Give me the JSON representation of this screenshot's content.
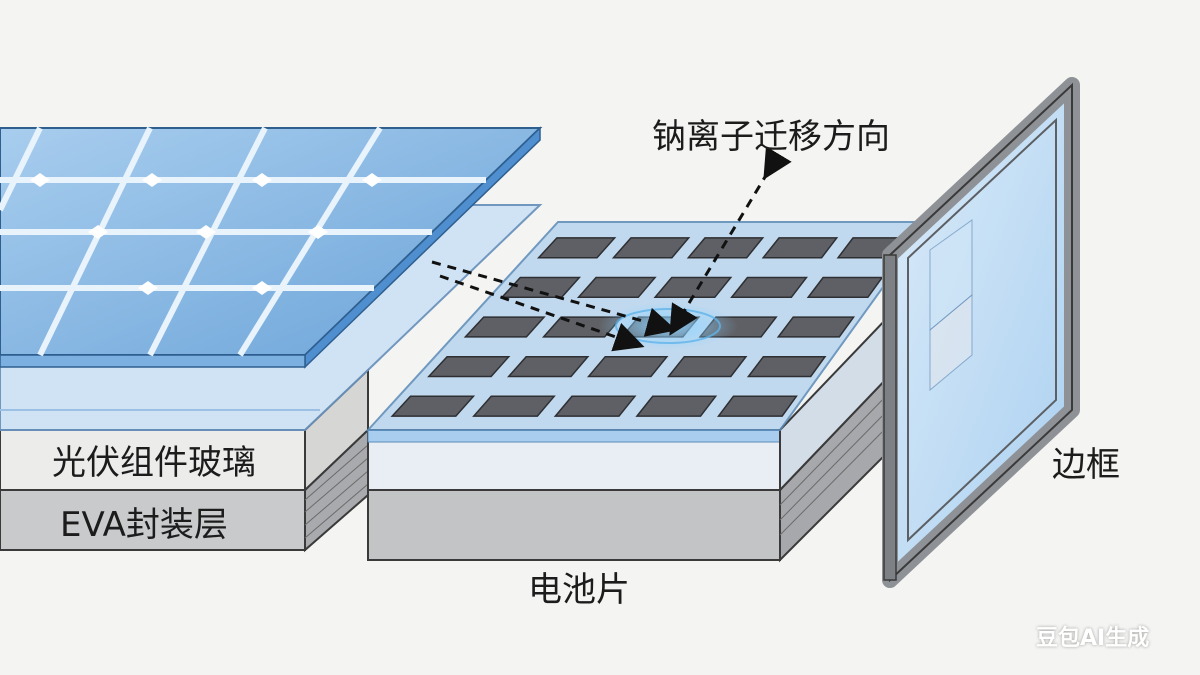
{
  "labels": {
    "glass": "光伏组件玻璃",
    "eva": "EVA封装层",
    "cell": "电池片",
    "frame": "边框",
    "migration": "钠离子迁移方向"
  },
  "watermark": "豆包AI生成",
  "colors": {
    "background": "#f4f4f2",
    "glass_panel": "#7fb3df",
    "glass_edge": "#5a9ad6",
    "cell_tile": "#5f6065",
    "frame_metal": "#8e9196",
    "text": "#1c1c1c"
  }
}
